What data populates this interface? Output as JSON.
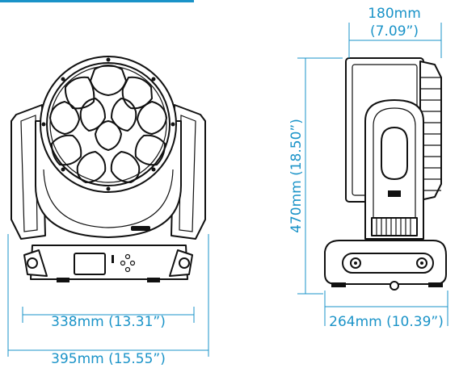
{
  "colors": {
    "dimension": "#1a93c8",
    "outline": "#111111",
    "background": "#ffffff"
  },
  "front_view": {
    "width_inner": "338mm (13.31”)",
    "width_outer": "395mm (15.55”)"
  },
  "side_view": {
    "depth_top_mm": "180mm",
    "depth_top_in": "(7.09”)",
    "height": "470mm (18.50”)",
    "depth_base": "264mm (10.39”)"
  }
}
